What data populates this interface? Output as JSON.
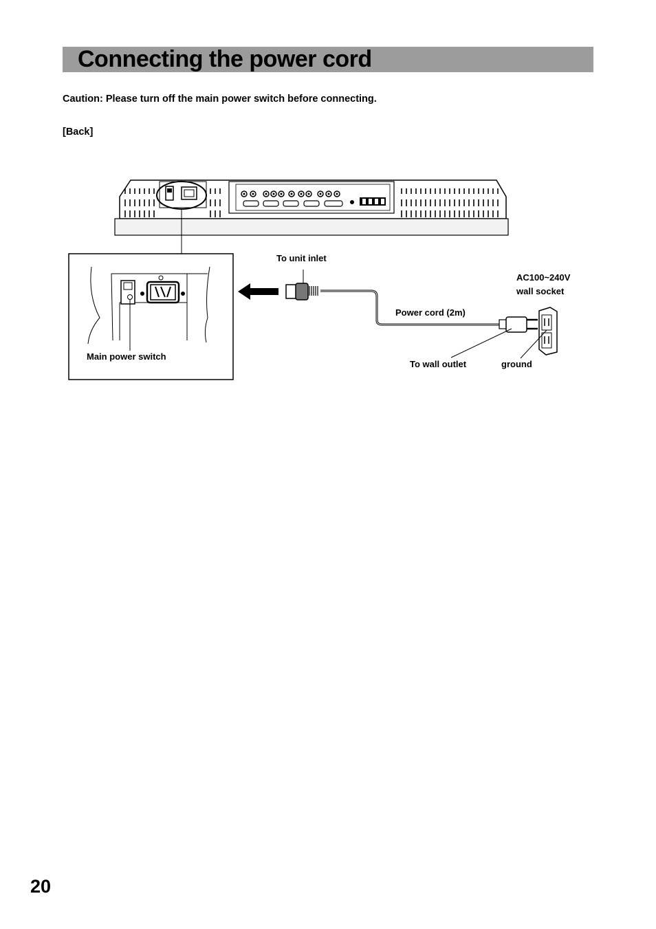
{
  "page": {
    "title": "Connecting the power cord",
    "caution": "Caution: Please turn off the main power switch before connecting.",
    "section_label": "[Back]",
    "page_number": "20"
  },
  "diagram": {
    "labels": {
      "unit_inlet": "To unit inlet",
      "socket_line1": "AC100~240V",
      "socket_line2": "wall socket",
      "power_cord": "Power cord (2m)",
      "wall_outlet": "To wall outlet",
      "ground": "ground",
      "main_switch": "Main power switch"
    }
  }
}
